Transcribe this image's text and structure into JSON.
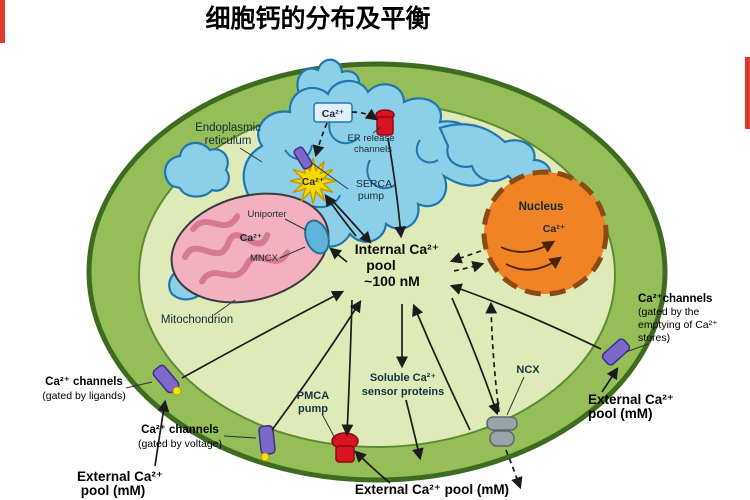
{
  "title": "细胞钙的分布及平衡",
  "labels": {
    "er1": "Endoplasmic",
    "er2": "reticulum",
    "ca_top": "Ca²⁺",
    "er_release1": "ER release",
    "er_release2": "channels",
    "serca1": "SERCA",
    "serca2": "pump",
    "star_ca": "Ca²⁺",
    "uniporter": "Uniporter",
    "mito_ca": "Ca²⁺",
    "mncx": "MNCX",
    "mitochondrion": "Mitochondrion",
    "nucleus": "Nucleus",
    "nucleus_ca": "Ca²⁺",
    "pool1": "Internal Ca²⁺",
    "pool2": "pool",
    "pool3": "~100 nM",
    "soluble1": "Soluble Ca²⁺",
    "soluble2": "sensor proteins",
    "pmca1": "PMCA",
    "pmca2": "pump",
    "ncx": "NCX",
    "ch_ligands1": "Ca²⁺ channels",
    "ch_ligands2": "(gated by ligands)",
    "ch_voltage1": "Ca²⁺ channels",
    "ch_voltage2": "(gated by voltage)",
    "ext_left1": "External Ca²⁺",
    "ext_left2": "pool (mM)",
    "ext_bottom": "External Ca²⁺ pool (mM)",
    "ext_right1": "External Ca²⁺",
    "ext_right2": "pool (mM)",
    "ch_stores1": "Ca²⁺channels",
    "ch_stores2": "(gated by the",
    "ch_stores3": "emptying of Ca²⁺",
    "ch_stores4": "stores)"
  },
  "colors": {
    "cell_fill": "#96be58",
    "cell_border": "#3e6b1f",
    "cytosol_fill": "#dfeab9",
    "cytosol_border": "#5d8a33",
    "er_fill": "#8ccfe9",
    "er_border": "#2176ae",
    "mito_fill": "#f3b0c0",
    "nucleus_fill": "#ef8326",
    "nucleus_border": "#8a4a10",
    "channel_fill": "#7b68c8",
    "pump_red": "#d81423",
    "ncx_gray": "#9aa3a8",
    "star_fill": "#f6d800",
    "arrow": "#1c1c1c",
    "artifact_red": "#e03a2e"
  }
}
